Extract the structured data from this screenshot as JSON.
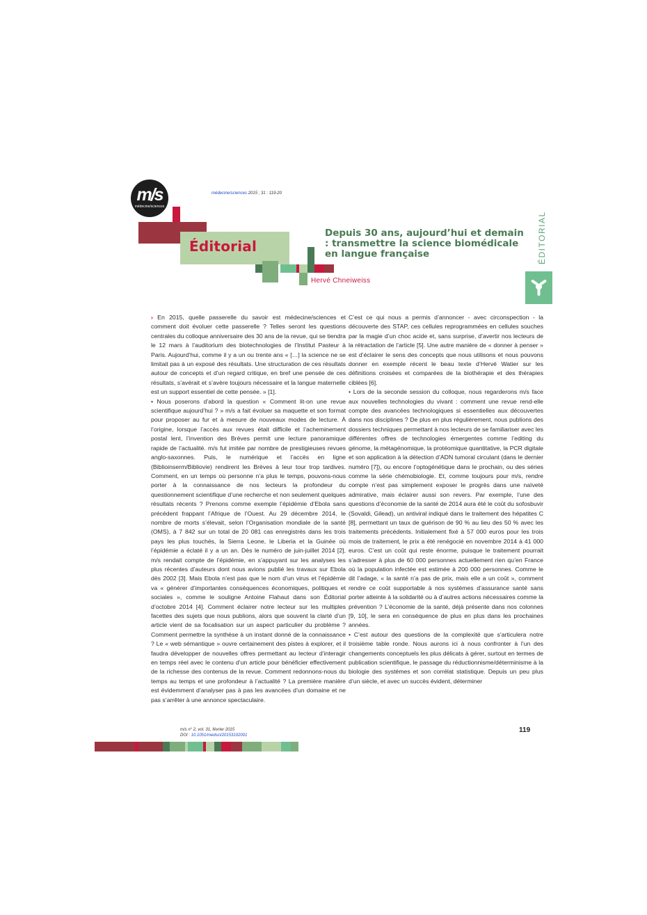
{
  "header": {
    "logo_text": "m/s",
    "logo_sub": "médecine/sciences",
    "journal_name": "médecine/sciences",
    "journal_ref_rest": " 2015 ; 31 : 119-20",
    "section_title": "Éditorial",
    "article_title": "Depuis 30 ans, aujourd’hui et demain : transmettre la science biomédicale en langue française",
    "author": "Hervé Chneiweiss",
    "side_label": "ÉDITORIAL"
  },
  "colors": {
    "crimson": "#c8183d",
    "dark_red": "#9b3641",
    "green_dark": "#4a7a55",
    "green_mid": "#7fae7c",
    "green_light": "#b9d3a8",
    "teal": "#6fbf90"
  },
  "body": {
    "left": [
      "En 2015, quelle passerelle du savoir est médecine/sciences et comment doit évoluer cette passerelle ? Telles seront les questions centrales du colloque anniversaire des 30 ans de la revue, qui se tiendra le 12 mars à l’auditorium des biotechnologies de l’Institut Pasteur à Paris. Aujourd’hui, comme il y a un ou trente ans « […] la science ne se limitait pas à un exposé des résultats. Une structuration de ces résultats autour de concepts et d’un regard critique, en bref une pensée de ces résultats, s’avérait et s’avère toujours nécessaire et la langue maternelle est un support essentiel de cette pensée. » [1].",
      "• Nous poserons d’abord la question « Comment lit-on une revue scientifique aujourd’hui ? » m/s a fait évoluer sa maquette et son format pour proposer au fur et à mesure de nouveaux modes de lecture. À l’origine, lorsque l’accès aux revues était difficile et l’acheminement postal lent, l’invention des Brèves permit une lecture panoramique rapide de l’actualité. m/s fut imitée par nombre de prestigieuses revues anglo-saxonnes. Puis, le numérique et l’accès en ligne (Biblioinserm/Bibliovie) rendirent les Brèves à leur tour trop tardives. Comment, en un temps où personne n’a plus le temps, pouvons-nous porter à la connaissance de nos lecteurs la profondeur du questionnement scientifique d’une recherche et non seulement quelques résultats récents ? Prenons comme exemple l’épidémie d’Ebola sans précédent frappant l’Afrique de l’Ouest. Au 29 décembre 2014, le nombre de morts s’élevait, selon l’Organisation mondiale de la santé (OMS), à 7 842 sur un total de 20 081 cas enregistrés dans les trois pays les plus touchés, la Sierra Leone, le Liberia et la Guinée où l’épidémie a éclaté il y a un an. Dès le numéro de juin-juillet 2014 [2], m/s rendait compte de l’épidémie, en s’appuyant sur les analyses les plus récentes d’auteurs dont nous avions publié les travaux sur Ebola dès 2002 [3]. Mais Ebola n’est pas que le nom d’un virus et l’épidémie va « générer d’importantes conséquences économiques, politiques et sociales », comme le souligne Antoine Flahaut dans son Éditorial d’octobre 2014 [4]. Comment éclairer notre lecteur sur les multiples facettes des sujets que nous publions, alors que souvent la clarté d’un article vient de sa focalisation sur un aspect particulier du problème ? Comment permettre la synthèse à un instant donné de la connaissance ? Le « web sémantique » ouvre certainement des pistes à explorer, et il faudra développer de nouvelles offres permettant au lecteur d’interagir en temps réel avec le contenu d’un article pour bénéficier effectivement de la richesse des contenus de la revue. Comment redonnons-nous du temps au temps et une profondeur à l’actualité ? La première manière est évidemment d’analyser pas à pas les avancées d’un domaine et ne pas s’arrêter à une annonce spectaculaire."
    ],
    "right": [
      "C’est ce qui nous a permis d’annoncer - avec circonspection - la découverte des STAP, ces cellules reprogrammées en cellules souches par la magie d’un choc acide et, sans surprise, d’avertir nos lecteurs de la rétractation de l’article [5]. Une autre manière de « donner à penser » est d’éclairer le sens des concepts que nous utilisons et nous pouvons donner en exemple récent le beau texte d’Hervé Watier sur les définitions croisées et comparées de la biothérapie et des thérapies ciblées [6].",
      "• Lors de la seconde session du colloque, nous regarderons m/s face aux nouvelles technologies du vivant : comment une revue rend-elle compte des avancées technologiques si essentielles aux découvertes dans nos disciplines ? De plus en plus régulièrement, nous publions des dossiers techniques permettant à nos lecteurs de se familiariser avec les différentes offres de technologies émergentes comme l’editing du génome, la métagénomique, la protéomique quantitative, la PCR digitale et son application à la détection d’ADN tumoral circulant (dans le dernier numéro [7]), ou encore l’optogénétique dans le prochain, ou des séries comme la série chémobiologie. Et, comme toujours pour m/s, rendre compte n’est pas simplement exposer le progrès dans une naïveté admirative, mais éclairer aussi son revers. Par exemple, l’une des questions d’économie de la santé de 2014 aura été le coût du sofosbuvir (Sovaldi, Gilead), un antiviral indiqué dans le traitement des hépatites C [8], permettant un taux de guérison de 90 % au lieu des 50 % avec les traitements précédents. Initialement fixé à 57 000 euros pour les trois mois de traitement, le prix a été renégocié en novembre 2014 à 41 000 euros. C’est un coût qui reste énorme, puisque le traitement pourrait s’adresser à plus de 60 000 personnes actuellement rien qu’en France où la population infectée est estimée à 200 000 personnes. Comme le dit l’adage, « la santé n’a pas de prix, mais elle a un coût », comment rendre ce coût supportable à nos systèmes d’assurance santé sans porter atteinte à la solidarité ou à d’autres actions nécessaires comme la prévention ? L’économie de la santé, déjà présente dans nos colonnes [9, 10], le sera en conséquence de plus en plus dans les prochaines années.",
      "• C’est autour des questions de la complexité que s’articulera notre troisième table ronde. Nous aurons ici à nous confronter à l’un des changements conceptuels les plus délicats à gérer, surtout en termes de publication scientifique, le passage du réductionnisme/déterminisme à la biologie des systèmes et son corrélat statistique. Depuis un peu plus d’un siècle, et avec un succès évident, déterminer"
    ]
  },
  "footer": {
    "line1": "m/s n° 2, vol. 31, février 2015",
    "doi_label": "DOI : ",
    "doi": "10.1051/medsci/20153102001",
    "page_number": "119"
  }
}
